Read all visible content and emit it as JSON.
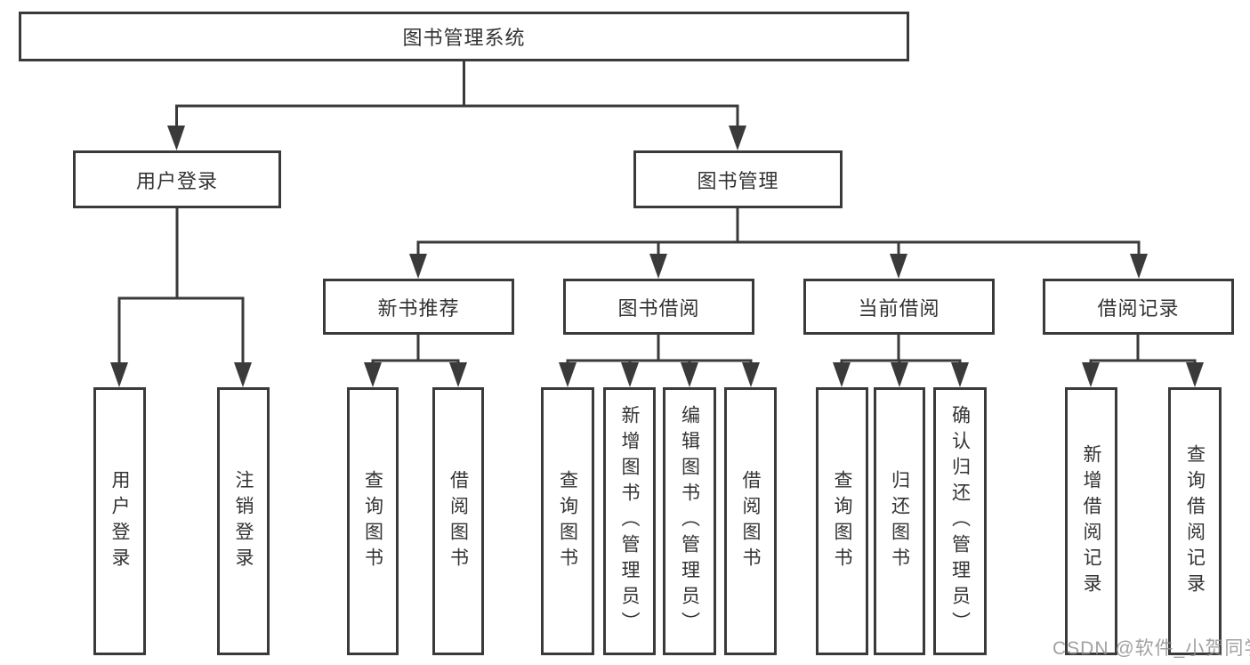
{
  "diagram": {
    "title_node": {
      "label": "图书管理系统"
    },
    "level2": [
      {
        "label": "用户登录"
      },
      {
        "label": "图书管理"
      }
    ],
    "level3": [
      {
        "label": "新书推荐"
      },
      {
        "label": "图书借阅"
      },
      {
        "label": "当前借阅"
      },
      {
        "label": "借阅记录"
      }
    ],
    "leaves": [
      {
        "label": "用户登录"
      },
      {
        "label": "注销登录"
      },
      {
        "label": "查询图书"
      },
      {
        "label": "借阅图书"
      },
      {
        "label": "查询图书"
      },
      {
        "label": "新增图书（管理员）"
      },
      {
        "label": "编辑图书（管理员）"
      },
      {
        "label": "借阅图书"
      },
      {
        "label": "查询图书"
      },
      {
        "label": "归还图书"
      },
      {
        "label": "确认归还（管理员）"
      },
      {
        "label": "新增借阅记录"
      },
      {
        "label": "查询借阅记录"
      }
    ]
  },
  "watermark": "CSDN @软件_小贺同学",
  "colors": {
    "line": "#3a3a3a",
    "box_border": "#3a3a3a",
    "text": "#333333",
    "watermark": "#919191",
    "background": "#ffffff"
  }
}
